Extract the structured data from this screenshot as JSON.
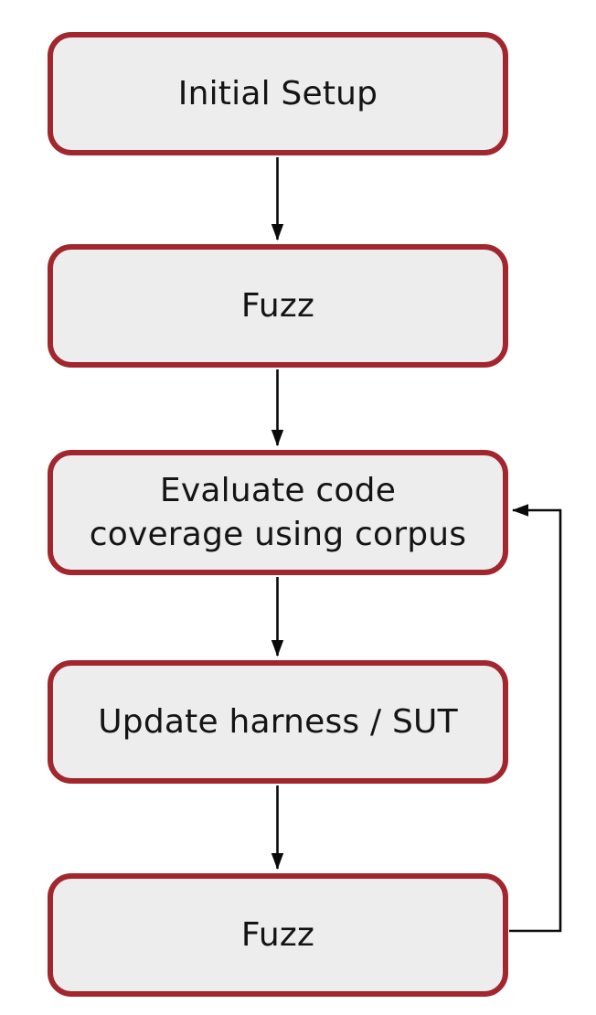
{
  "diagram": {
    "type": "flowchart",
    "direction": "top-down",
    "nodes": [
      {
        "id": "initial-setup",
        "label": "Initial Setup"
      },
      {
        "id": "fuzz-1",
        "label": "Fuzz"
      },
      {
        "id": "evaluate-coverage",
        "label": "Evaluate code\ncoverage using corpus"
      },
      {
        "id": "update-harness",
        "label": "Update harness / SUT"
      },
      {
        "id": "fuzz-2",
        "label": "Fuzz"
      }
    ],
    "edges": [
      {
        "from": "initial-setup",
        "to": "fuzz-1",
        "style": "straight-down"
      },
      {
        "from": "fuzz-1",
        "to": "evaluate-coverage",
        "style": "straight-down"
      },
      {
        "from": "evaluate-coverage",
        "to": "update-harness",
        "style": "straight-down"
      },
      {
        "from": "update-harness",
        "to": "fuzz-2",
        "style": "straight-down"
      },
      {
        "from": "fuzz-2",
        "to": "evaluate-coverage",
        "style": "right-side-feedback-loop"
      }
    ],
    "colors": {
      "node_border": "#a2262e",
      "node_fill": "#ededed",
      "arrow": "#0a0a0a",
      "text": "#141414",
      "background": "#ffffff"
    }
  }
}
